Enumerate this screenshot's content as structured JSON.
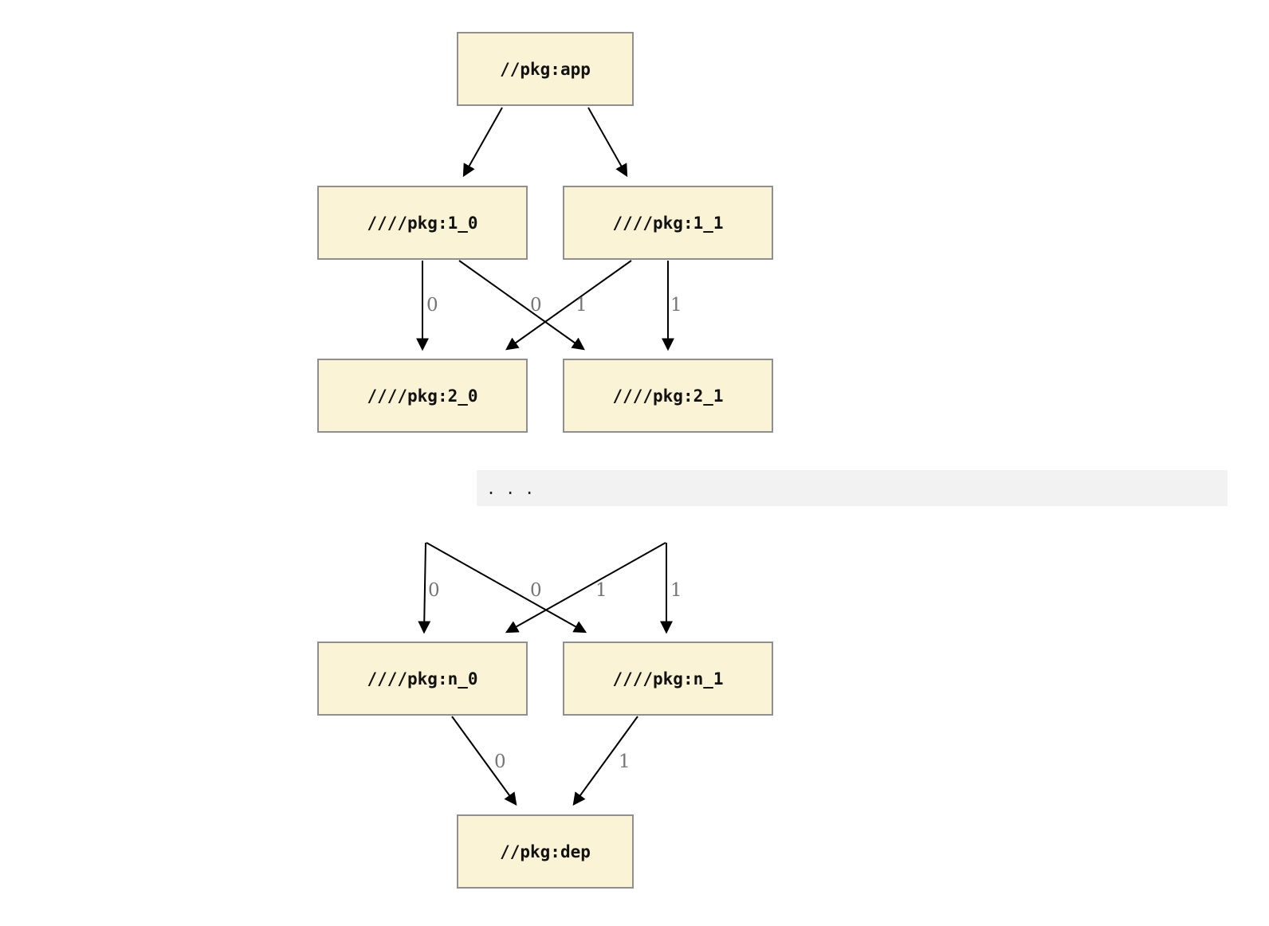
{
  "diagram": {
    "type": "dependency-graph",
    "nodes": [
      {
        "id": "app",
        "label": "//pkg:app"
      },
      {
        "id": "1_0",
        "label": "////pkg:1_0"
      },
      {
        "id": "1_1",
        "label": "////pkg:1_1"
      },
      {
        "id": "2_0",
        "label": "////pkg:2_0"
      },
      {
        "id": "2_1",
        "label": "////pkg:2_1"
      },
      {
        "id": "n_0",
        "label": "////pkg:n_0"
      },
      {
        "id": "n_1",
        "label": "////pkg:n_1"
      },
      {
        "id": "dep",
        "label": "//pkg:dep"
      }
    ],
    "ellipsis": ".  .  .",
    "edges": [
      {
        "from": "app",
        "to": "1_0",
        "label": ""
      },
      {
        "from": "app",
        "to": "1_1",
        "label": ""
      },
      {
        "from": "1_0",
        "to": "2_0",
        "label": "0"
      },
      {
        "from": "1_0",
        "to": "2_1",
        "label": "1"
      },
      {
        "from": "1_1",
        "to": "2_0",
        "label": "0"
      },
      {
        "from": "1_1",
        "to": "2_1",
        "label": "1"
      },
      {
        "from": "…",
        "to": "n_0",
        "label": "0"
      },
      {
        "from": "…",
        "to": "n_1",
        "label": "1"
      },
      {
        "from": "…",
        "to": "n_0",
        "label": "0"
      },
      {
        "from": "…",
        "to": "n_1",
        "label": "1"
      },
      {
        "from": "n_0",
        "to": "dep",
        "label": "0"
      },
      {
        "from": "n_1",
        "to": "dep",
        "label": "1"
      }
    ],
    "colors": {
      "node_fill": "#fbf3d5",
      "node_border": "#8f8f8f",
      "edge": "#000000",
      "edge_label": "#757575",
      "ellipsis_bg": "#f2f2f2",
      "background": "#ffffff"
    }
  }
}
